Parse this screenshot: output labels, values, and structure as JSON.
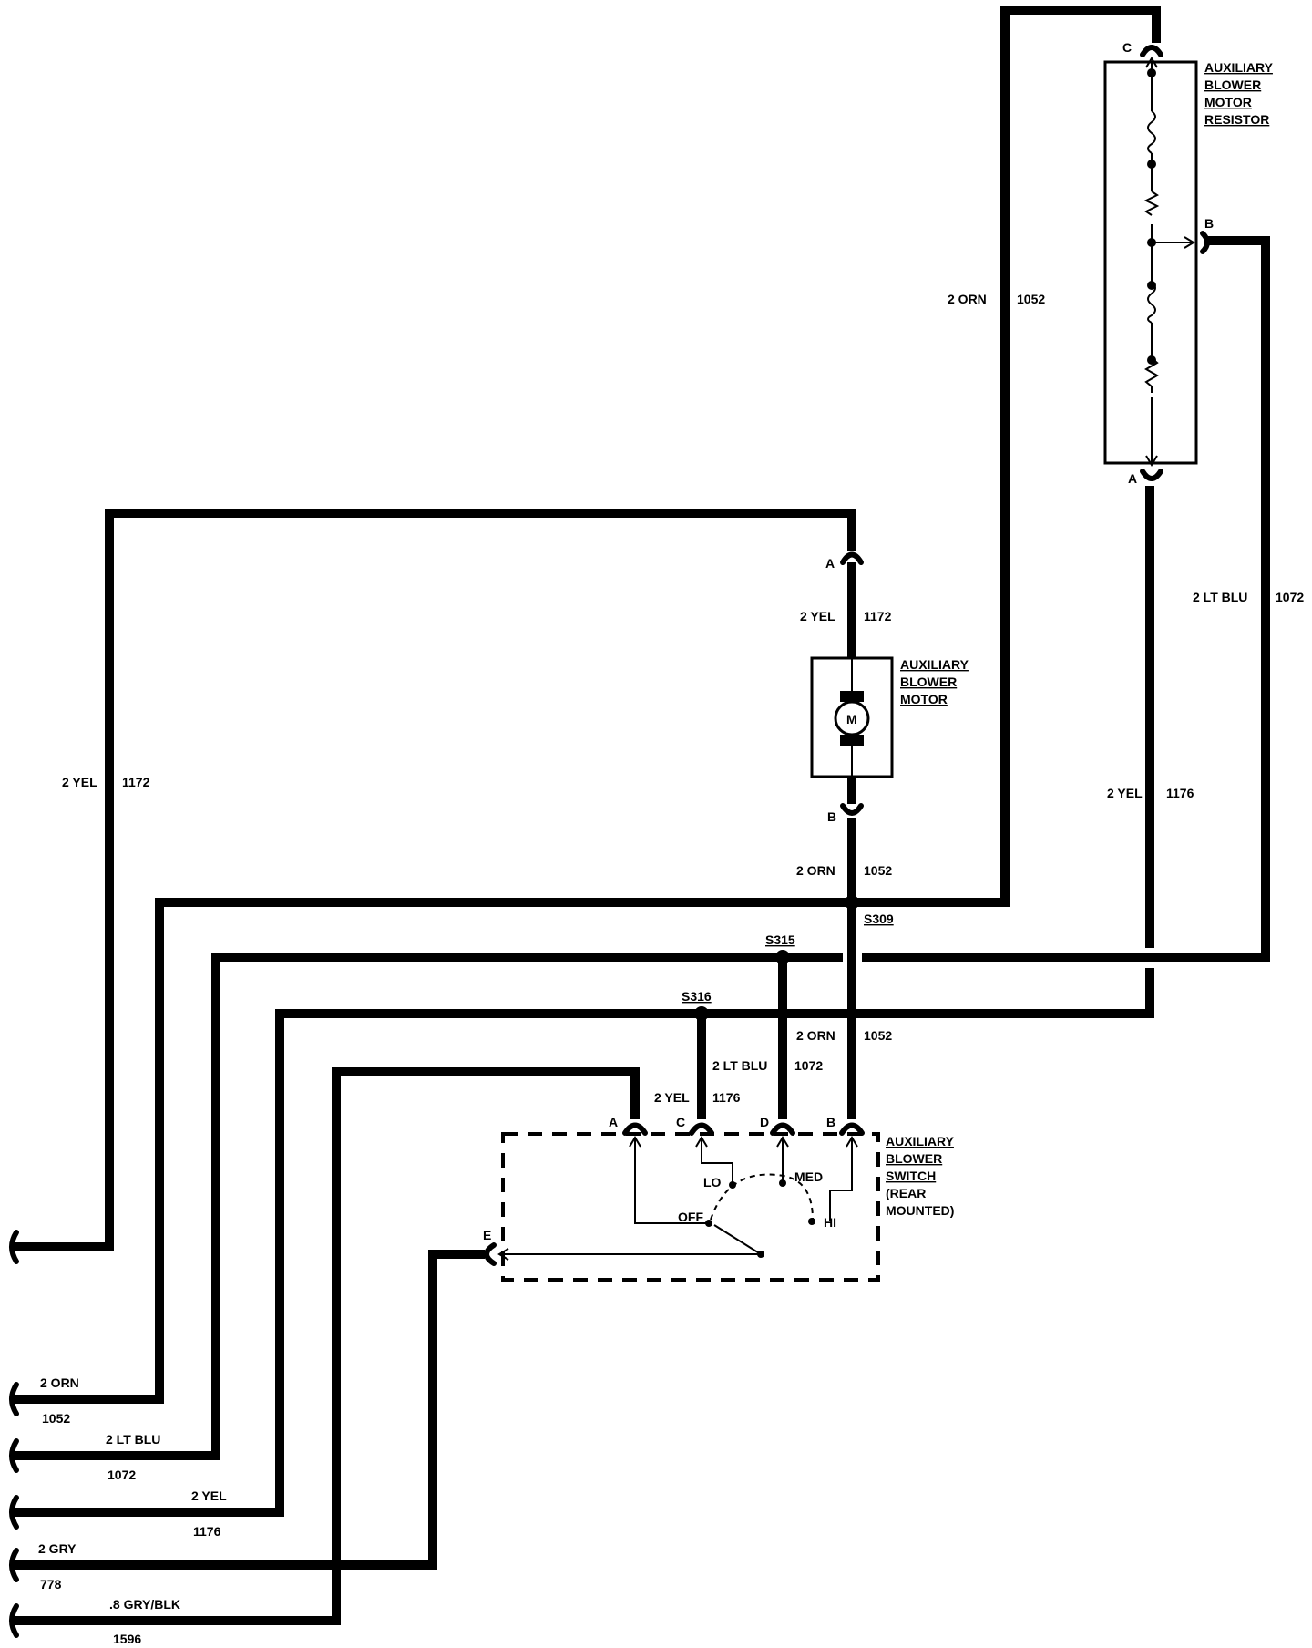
{
  "components": {
    "resistor": {
      "title": [
        "AUXILIARY",
        "BLOWER",
        "MOTOR",
        "RESISTOR"
      ],
      "pins": {
        "c": "C",
        "b": "B",
        "a": "A"
      }
    },
    "motor": {
      "title": [
        "AUXILIARY",
        "BLOWER",
        "MOTOR"
      ],
      "symbol": "M",
      "pins": {
        "a": "A",
        "b": "B"
      }
    },
    "switch": {
      "title": [
        "AUXILIARY",
        "BLOWER",
        "SWITCH"
      ],
      "note": [
        "(REAR",
        "MOUNTED)"
      ],
      "pins": {
        "a": "A",
        "c": "C",
        "d": "D",
        "b": "B",
        "e": "E"
      },
      "positions": {
        "off": "OFF",
        "lo": "LO",
        "med": "MED",
        "hi": "HI"
      }
    }
  },
  "splices": {
    "s309": "S309",
    "s315": "S315",
    "s316": "S316"
  },
  "wire_labels": {
    "orn_res_color": "2 ORN",
    "orn_res_circuit": "1052",
    "yel_left_color": "2 YEL",
    "yel_left_circuit": "1172",
    "yel_motor_color": "2 YEL",
    "yel_motor_circuit": "1172",
    "orn_motor_color": "2 ORN",
    "orn_motor_circuit": "1052",
    "ltblu_res_color": "2 LT BLU",
    "ltblu_res_circuit": "1072",
    "yel_res_color": "2 YEL",
    "yel_res_circuit": "1176",
    "orn_sw_color": "2 ORN",
    "orn_sw_circuit": "1052",
    "ltblu_sw_color": "2 LT BLU",
    "ltblu_sw_circuit": "1072",
    "yel_sw_color": "2 YEL",
    "yel_sw_circuit": "1176"
  },
  "bottom_leads": [
    {
      "color": "2 ORN",
      "circuit": "1052"
    },
    {
      "color": "2 LT BLU",
      "circuit": "1072"
    },
    {
      "color": "2 YEL",
      "circuit": "1176"
    },
    {
      "color": "2 GRY",
      "circuit": "778"
    },
    {
      "color": ".8 GRY/BLK",
      "circuit": "1596"
    }
  ]
}
